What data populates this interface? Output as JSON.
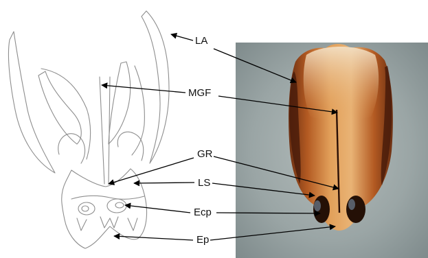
{
  "figure": {
    "labels": {
      "la": "LA",
      "mgf": "MGF",
      "gr": "GR",
      "ls": "LS",
      "ecp": "Ecp",
      "ep": "Ep"
    },
    "colors": {
      "sketch_stroke": "#8d8d8d",
      "arrow": "#000000",
      "photo_background": "#9aa5a5",
      "specimen_amber": "#c6772f"
    }
  }
}
